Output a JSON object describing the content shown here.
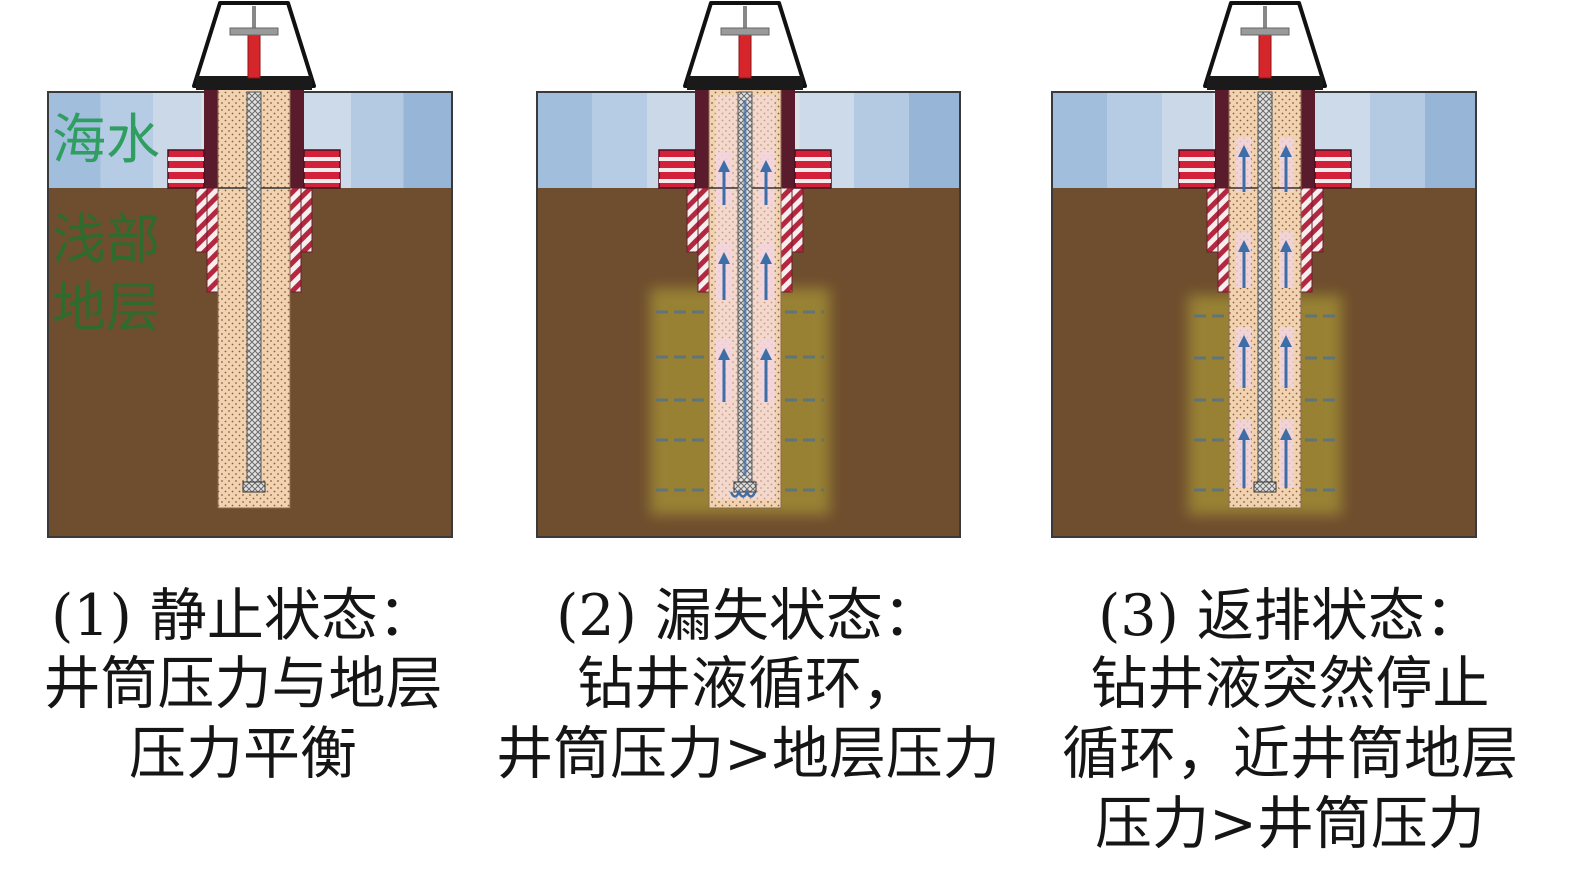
{
  "layer_labels": {
    "sea": "海水",
    "shallow_formation": [
      "浅部",
      "地层"
    ]
  },
  "panels": [
    {
      "caption": [
        "(1) 静止状态：",
        "井筒压力与地层",
        "压力平衡"
      ]
    },
    {
      "caption": [
        "(2) 漏失状态：",
        "钻井液循环，",
        "井筒压力>地层压力"
      ]
    },
    {
      "caption": [
        "(3) 返排状态：",
        "钻井液突然停止",
        "循环，近井筒地层",
        "压力>井筒压力"
      ]
    }
  ],
  "colors": {
    "seabed_soil": "#6E4E2E",
    "casing": "#5A1C2C",
    "flange_red": "#D3213B",
    "valve_red": "#D7262B",
    "flow_arrow": "#3E6EA8",
    "loss_zone": "#A08B35",
    "sea_label": "#2F9E60",
    "formation_label": "#2F6B2C"
  }
}
